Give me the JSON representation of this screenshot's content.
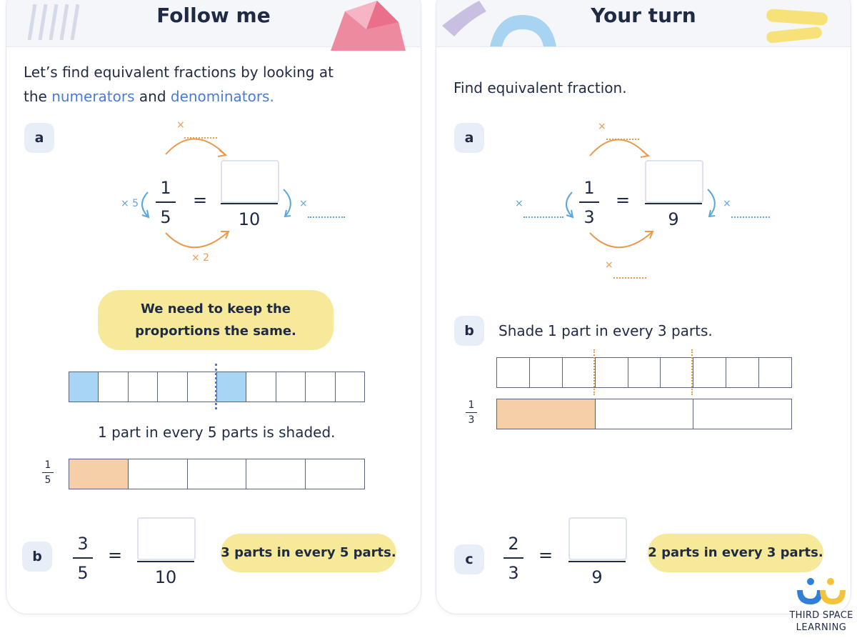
{
  "left": {
    "title": "Follow me",
    "intro_line1": "Let’s find equivalent fractions by looking at",
    "intro_the": "the ",
    "intro_numerators": "numerators",
    "intro_and": " and ",
    "intro_denominators": "denominators.",
    "a": {
      "badge": "a",
      "num": "1",
      "den": "5",
      "equals": "=",
      "answer_den": "10",
      "top_label": "×",
      "bottom_label": "× 2",
      "left_label": "× 5",
      "right_label": "×"
    },
    "bubble": "We need to keep the proportions the same.",
    "caption": "1 part in every 5 parts is shaded.",
    "strip_frac_num": "1",
    "strip_frac_den": "5",
    "b": {
      "badge": "b",
      "num": "3",
      "den": "5",
      "equals": "=",
      "answer_den": "10",
      "hint": "3 parts in every 5 parts."
    }
  },
  "right": {
    "title": "Your turn",
    "intro": "Find equivalent fraction.",
    "a": {
      "badge": "a",
      "num": "1",
      "den": "3",
      "equals": "=",
      "answer_den": "9",
      "top_label": "×",
      "bottom_label": "×",
      "left_label": "×",
      "right_label": "×"
    },
    "b": {
      "badge": "b",
      "instruction": "Shade 1 part in every 3 parts.",
      "strip_frac_num": "1",
      "strip_frac_den": "3"
    },
    "c": {
      "badge": "c",
      "num": "2",
      "den": "3",
      "equals": "=",
      "answer_den": "9",
      "hint": "2 parts in every 3 parts."
    }
  },
  "logo": {
    "line1": "THIRD SPACE",
    "line2": "LEARNING"
  },
  "colors": {
    "blue_shade": "#a9d5f5",
    "orange_shade": "#f6cfa8",
    "bubble": "#f7e99a",
    "accent_blue": "#4a7bd6",
    "arrow_orange": "#e89a4e",
    "arrow_blue": "#5aa6e0"
  },
  "shading": {
    "tenths_strip_shaded_cells": [
      1,
      6
    ],
    "fifths_strip_shaded_cells": [
      1
    ],
    "thirds_strip_shaded_cells": [
      1
    ]
  }
}
